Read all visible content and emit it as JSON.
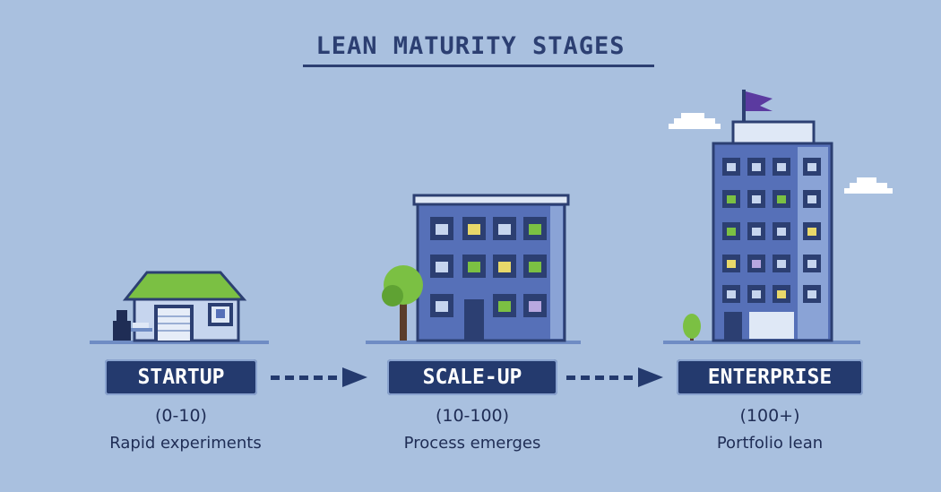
{
  "title": "LEAN MATURITY STAGES",
  "stages": [
    {
      "name": "STARTUP",
      "range": "(0-10)",
      "description": "Rapid experiments",
      "icon": "house-garage-icon"
    },
    {
      "name": "SCALE-UP",
      "range": "(10-100)",
      "description": "Process emerges",
      "icon": "office-building-icon"
    },
    {
      "name": "ENTERPRISE",
      "range": "(100+)",
      "description": "Portfolio lean",
      "icon": "skyscraper-icon"
    }
  ],
  "connectors": [
    "dashed-arrow-icon",
    "dashed-arrow-icon"
  ],
  "colors": {
    "background": "#a9c0df",
    "badge": "#243a6e",
    "building": "#5670b8",
    "roof_green": "#7bc043",
    "flag": "#5b3aa0",
    "text": "#1f2d55"
  }
}
